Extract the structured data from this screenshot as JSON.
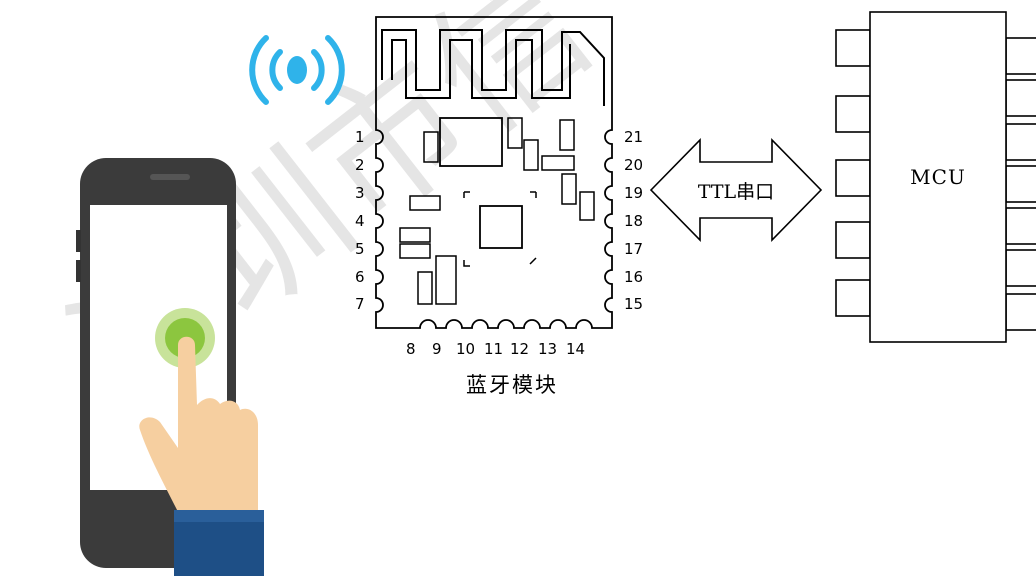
{
  "watermark": {
    "text": "深圳市信",
    "color": "#cfcfcf"
  },
  "module": {
    "caption": "蓝牙模块",
    "left_pins": [
      "1",
      "2",
      "3",
      "4",
      "5",
      "6",
      "7"
    ],
    "bottom_pins": [
      "8",
      "9",
      "10",
      "11",
      "12",
      "13",
      "14"
    ],
    "right_pins": [
      "15",
      "16",
      "17",
      "18",
      "19",
      "20",
      "21"
    ]
  },
  "link": {
    "label": "TTL串口"
  },
  "mcu": {
    "label": "MCU"
  },
  "colors": {
    "wifi": "#2fb3ea",
    "phone_body": "#3b3b3b",
    "touch": "#8cc63f",
    "skin": "#f6cfa0",
    "sleeve": "#1e4f86"
  },
  "icons": [
    "wireless-signal-icon",
    "phone-icon",
    "hand-icon"
  ]
}
